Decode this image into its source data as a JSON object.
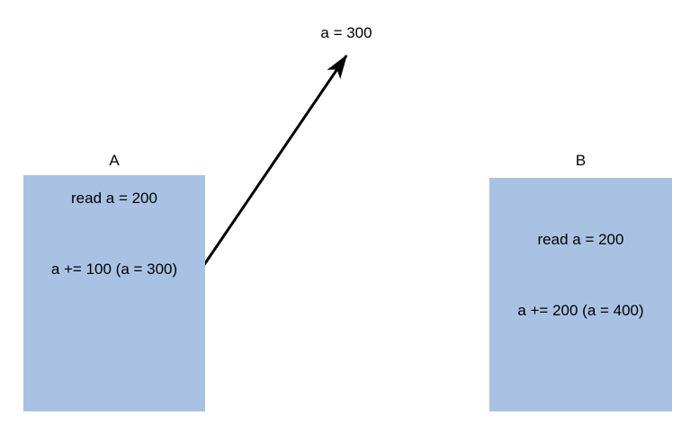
{
  "diagram": {
    "type": "concurrency-race-condition",
    "background_color": "#ffffff",
    "box_fill_color": "#a9c2e3",
    "line_color": "#000000",
    "processes": [
      {
        "id": "a",
        "label": "A",
        "lines": [
          "read a = 200",
          "a += 100 (a = 300)"
        ]
      },
      {
        "id": "b",
        "label": "B",
        "lines": [
          "read a = 200",
          "a += 200 (a = 400)"
        ]
      }
    ],
    "arrow": {
      "label": "a = 300",
      "from": "a",
      "direction": "up-right",
      "head": "filled-triangle"
    }
  }
}
